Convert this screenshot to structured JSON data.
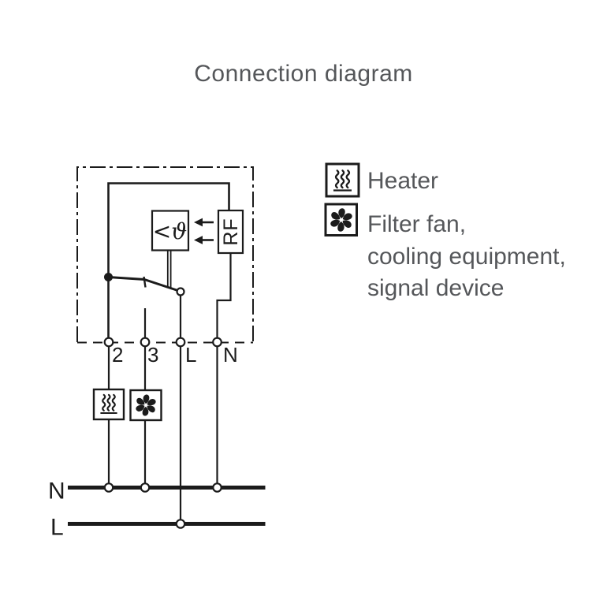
{
  "title": "Connection diagram",
  "diagram": {
    "thermostat_symbol": "<ϑ",
    "rf_box_label": "RF",
    "terminal_labels": [
      "2",
      "3",
      "L",
      "N"
    ],
    "neutral_bus_label": "N",
    "line_bus_label": "L"
  },
  "legend": {
    "items": [
      {
        "icon": "heater-icon",
        "label": "Heater"
      },
      {
        "icon": "fan-icon",
        "lines": [
          "Filter fan,",
          "cooling equipment,",
          "signal device"
        ]
      }
    ]
  },
  "colors": {
    "diagram_line": "#1b1b1b",
    "label_text": "#55575a",
    "background": "#ffffff"
  }
}
